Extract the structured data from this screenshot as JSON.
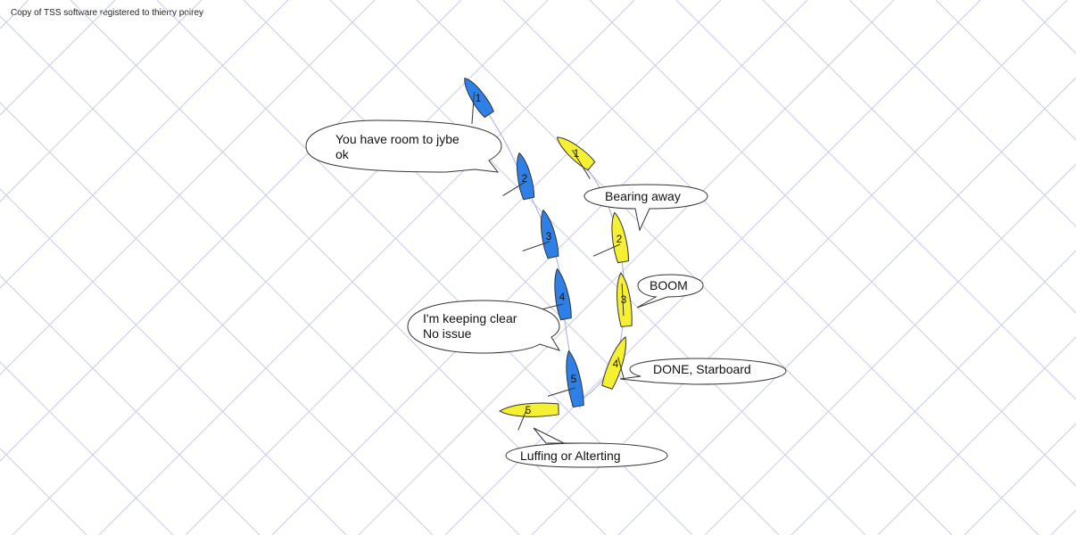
{
  "watermark": "Copy of TSS software registered to thierry poirey",
  "colors": {
    "blue_boat": "#2f80e6",
    "yellow_boat": "#f6f032",
    "grid": "#c9cde6",
    "track": "#a9a9e0"
  },
  "boats": {
    "blue": [
      {
        "number": "1"
      },
      {
        "number": "2"
      },
      {
        "number": "3"
      },
      {
        "number": "4"
      },
      {
        "number": "5"
      }
    ],
    "yellow": [
      {
        "number": "1"
      },
      {
        "number": "2"
      },
      {
        "number": "3"
      },
      {
        "number": "4"
      },
      {
        "number": "5"
      }
    ]
  },
  "bubbles": {
    "room_to_jybe": {
      "line1": "You have room to jybe",
      "line2": "ok"
    },
    "bearing_away": {
      "line1": "Bearing away"
    },
    "boom": {
      "line1": "BOOM"
    },
    "keeping_clear": {
      "line1": "I'm keeping clear",
      "line2": "No issue"
    },
    "done_starboard": {
      "line1": "DONE, Starboard"
    },
    "luffing": {
      "line1": "Luffing or Alterting"
    }
  }
}
